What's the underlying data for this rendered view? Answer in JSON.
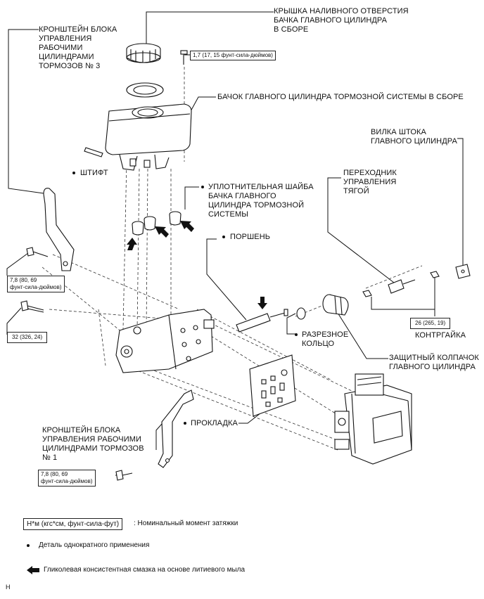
{
  "labels": {
    "reservoir_cap": "КРЫШКА НАЛИВНОГО ОТВЕРСТИЯ\nБАЧКА ГЛАВНОГО ЦИЛИНДРА\nВ СБОРЕ",
    "bracket3": "КРОНШТЕЙН БЛОКА\nУПРАВЛЕНИЯ\nРАБОЧИМИ\nЦИЛИНДРАМИ\nТОРМОЗОВ № 3",
    "reservoir": "БАЧОК ГЛАВНОГО ЦИЛИНДРА ТОРМОЗНОЙ СИСТЕМЫ В СБОРЕ",
    "fork": "ВИЛКА ШТОКА\nГЛАВНОГО ЦИЛИНДРА",
    "adapter": "ПЕРЕХОДНИК\nУПРАВЛЕНИЯ\nТЯГОЙ",
    "pin": "ШТИФТ",
    "grommet": "УПЛОТНИТЕЛЬНАЯ ШАЙБА\nБАЧКА ГЛАВНОГО\nЦИЛИНДРА ТОРМОЗНОЙ\nСИСТЕМЫ",
    "piston": "ПОРШЕНЬ",
    "snap_ring": "РАЗРЕЗНОЕ\nКОЛЬЦО",
    "locknut": "КОНТРГАЙКА",
    "boot": "ЗАЩИТНЫЙ КОЛПАЧОК\nГЛАВНОГО ЦИЛИНДРА",
    "gasket": "ПРОКЛАДКА",
    "bracket1": "КРОНШТЕЙН БЛОКА\nУПРАВЛЕНИЯ РАБОЧИМИ\nЦИЛИНДРАМИ ТОРМОЗОВ\n№ 1"
  },
  "torques": {
    "t_cap_screw": "1,7 (17, 15 фунт-сила-дюймов)",
    "t_bracket3": "7,8 (80, 69\nфунт-сила-дюймов)",
    "t_32": "32 (326, 24)",
    "t_locknut": "26 (265, 19)",
    "t_bracket1": "7,8 (80, 69\nфунт-сила-дюймов)"
  },
  "legend": {
    "torque_key": "Н*м (кгс*см, фунт-сила-фут)",
    "torque_text": ": Номинальный момент затяжки",
    "nonreuse_text": "Деталь однократного применения",
    "grease_text": "Гликолевая консистентная смазка на основе литиевого мыла"
  },
  "footer_code": "H"
}
